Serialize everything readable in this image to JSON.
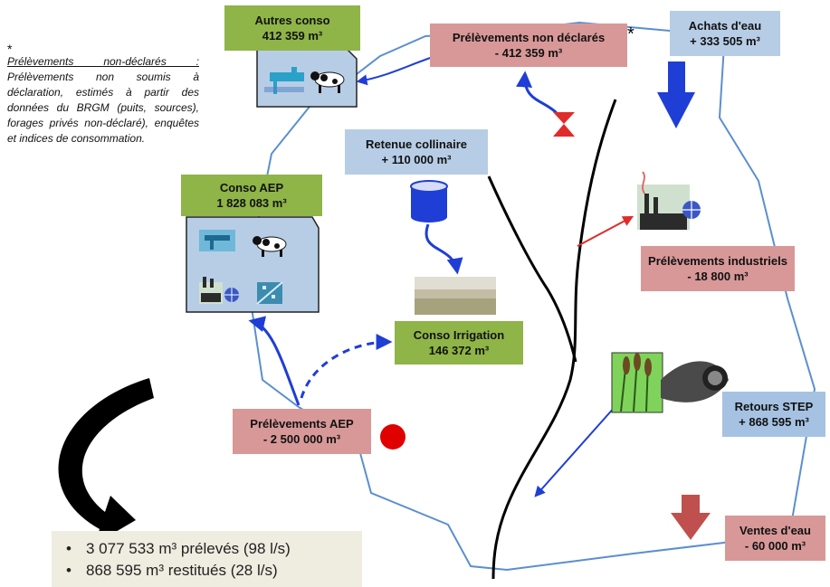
{
  "note": {
    "star": "*",
    "title": "Prélèvements non-déclarés :",
    "body": "Prélèvements non soumis à déclaration, estimés à partir des données du BRGM (puits, sources), forages privés non-déclaré), enquêtes et indices de consommation."
  },
  "boxes": {
    "autres_conso": {
      "label": "Autres conso",
      "value": "412 359 m³"
    },
    "prelev_non_declares": {
      "label": "Prélèvements non déclarés",
      "value": "- 412 359 m³",
      "marker": "*"
    },
    "achats_eau": {
      "label": "Achats d'eau",
      "value": "+ 333 505 m³"
    },
    "retenue_collinaire": {
      "label": "Retenue collinaire",
      "value": "+ 110 000 m³"
    },
    "conso_aep": {
      "label": "Conso AEP",
      "value": "1 828 083 m³"
    },
    "prelev_industriels": {
      "label": "Prélèvements industriels",
      "value": "- 18 800 m³"
    },
    "conso_irrigation": {
      "label": "Conso Irrigation",
      "value": "146 372 m³"
    },
    "retours_step": {
      "label": "Retours STEP",
      "value": "+ 868  595 m³"
    },
    "prelev_aep": {
      "label": "Prélèvements AEP",
      "value": "- 2 500  000 m³"
    },
    "ventes_eau": {
      "label": "Ventes d'eau",
      "value": "- 60 000 m³"
    }
  },
  "summary": {
    "bullet": "•",
    "lines": [
      "3 077 533 m³ prélevés (98 l/s)",
      "868 595 m³ restitués (28 l/s)"
    ]
  },
  "icons": [
    "tap-icon",
    "cow-icon",
    "factory-icon",
    "globe-icon",
    "building-icon",
    "reservoir-icon",
    "field-icon",
    "hourglass-icon",
    "step-plant-icon",
    "red-dot-icon"
  ],
  "colors": {
    "green": "#8fb447",
    "pink": "#d89898",
    "blue": "#b7cde6",
    "arrow_blue": "#1f3ed6",
    "arrow_red": "#e02b2b",
    "down_arrow_red": "#c0504d",
    "basin_line": "#5b8fcf"
  }
}
